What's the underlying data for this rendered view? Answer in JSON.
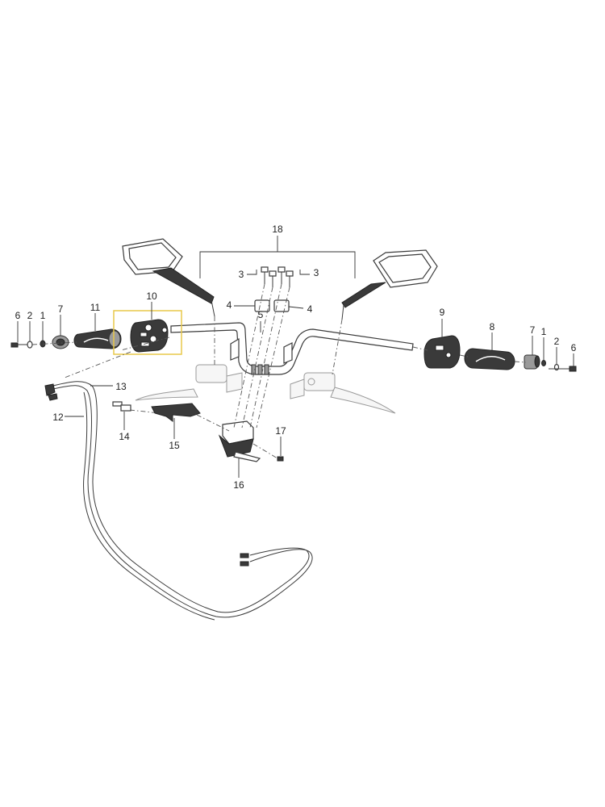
{
  "callouts": {
    "c1_left": "1",
    "c1_right": "1",
    "c2_left": "2",
    "c2_right": "2",
    "c3_left": "3",
    "c3_right": "3",
    "c4_left": "4",
    "c4_right": "4",
    "c5": "5",
    "c6_left": "6",
    "c6_right": "6",
    "c7_left": "7",
    "c7_right": "7",
    "c8": "8",
    "c9": "9",
    "c10": "10",
    "c11": "11",
    "c12": "12",
    "c13": "13",
    "c14": "14",
    "c15": "15",
    "c16": "16",
    "c17": "17",
    "c18": "18"
  },
  "highlight": {
    "part": "10",
    "color": "#e8c84a"
  }
}
